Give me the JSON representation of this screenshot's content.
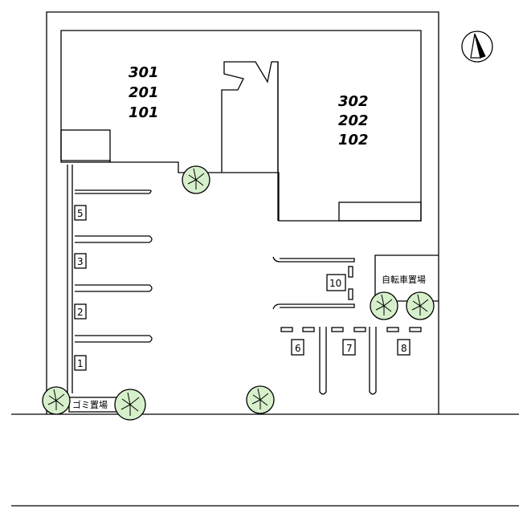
{
  "building_a": {
    "units": [
      "301",
      "201",
      "101"
    ]
  },
  "building_b": {
    "units": [
      "302",
      "202",
      "102"
    ]
  },
  "labels": {
    "bicycle_parking": "自転車置場",
    "garbage_area": "ゴミ置場"
  },
  "parking": {
    "left": [
      "5",
      "3",
      "2",
      "1"
    ],
    "right_top": "10",
    "right_bottom": [
      "6",
      "7",
      "8"
    ]
  },
  "compass": {
    "icon": "north-arrow-icon"
  }
}
